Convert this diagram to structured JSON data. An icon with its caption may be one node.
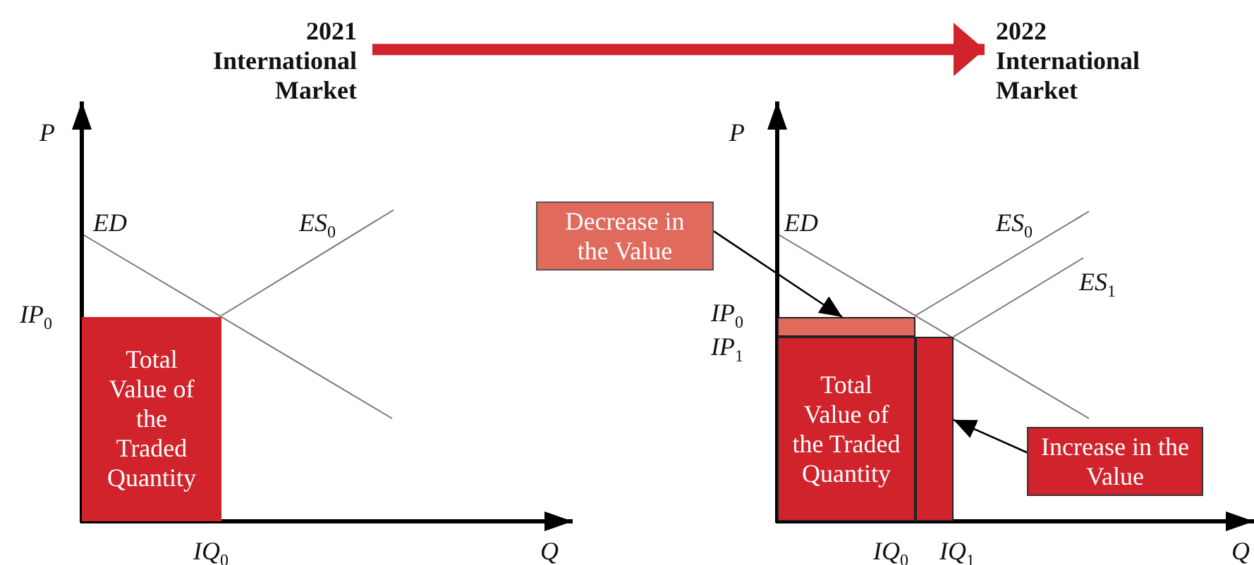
{
  "diagram": {
    "nodes": [
      {
        "text": [
          "2021 International Market"
        ]
      },
      {
        "text": [
          "2022 International Market"
        ]
      },
      {
        "text": [
          "Total Value of the Traded Quantity"
        ]
      },
      {
        "text": [
          "Decrease in the Value"
        ]
      },
      {
        "text": [],
        "shape": "bar"
      },
      {
        "text": [
          "Total Value of the Traded Quantity"
        ]
      },
      {
        "text": [],
        "shape": "bar"
      },
      {
        "text": [
          "Increase in the Value"
        ]
      }
    ],
    "edges": [
      {
        "from": 0,
        "to": 1,
        "arrow": "to",
        "style": "thick",
        "color": "#d0232b"
      },
      {
        "from": 3,
        "to": 4,
        "arrow": "to"
      },
      {
        "from": 7,
        "to": 6,
        "arrow": "to"
      }
    ],
    "labels": [
      "P",
      "ED",
      "ES$_{0}$",
      "IP$_{0}$",
      "IQ$_{0}$",
      "Q",
      "P",
      "ED",
      "ES$_{0}$",
      "ES$_{1}$",
      "IP$_{0}$",
      "IP$_{1}$",
      "IQ$_{0}$",
      "IQ$_{1}$",
      "Q"
    ]
  }
}
